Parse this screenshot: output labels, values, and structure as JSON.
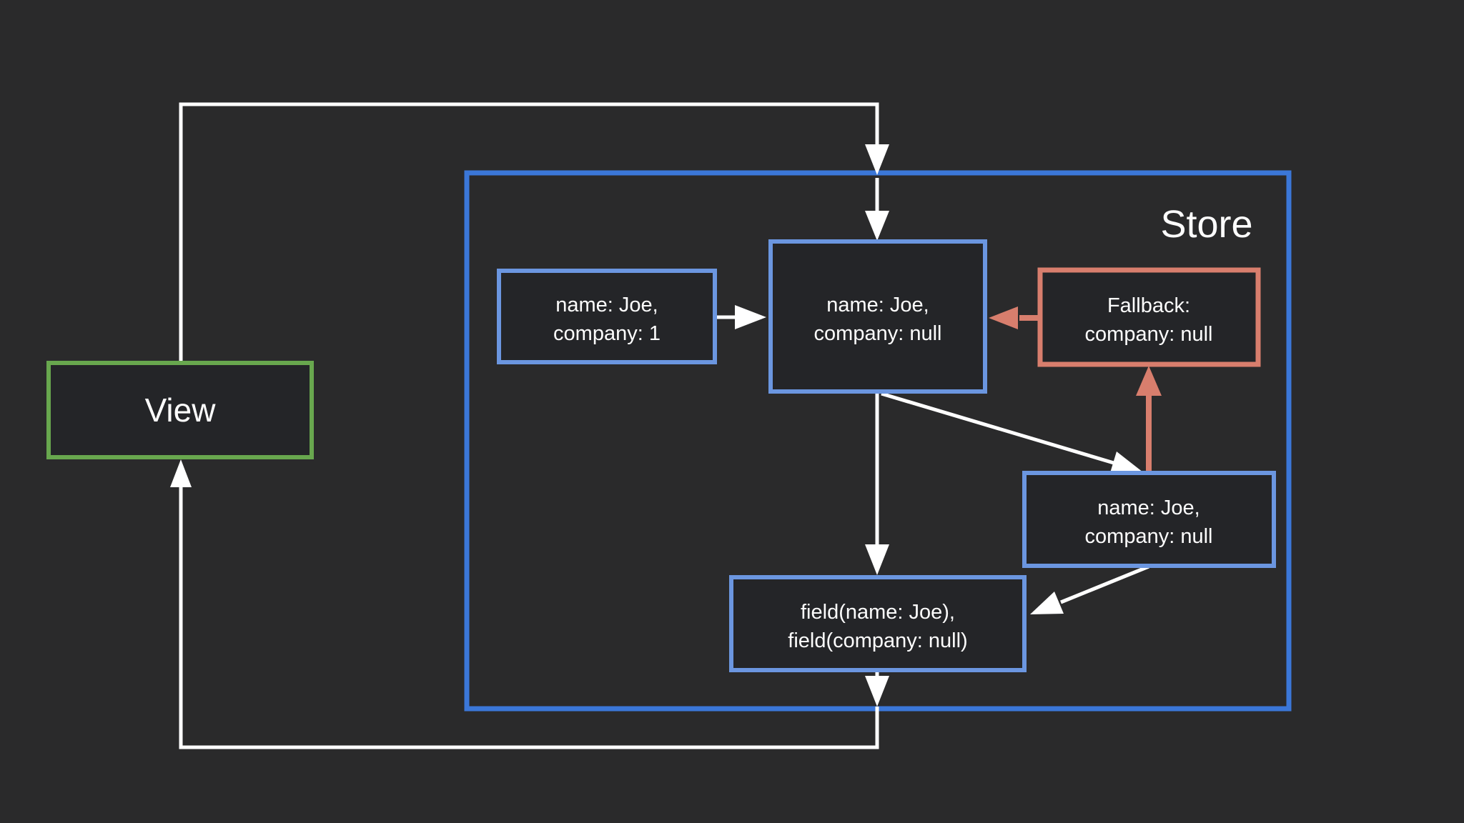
{
  "colors": {
    "bg": "#2a2a2b",
    "box_fill": "#242528",
    "blue_store": "#3b77d8",
    "blue_box": "#6b96e0",
    "green": "#68a74e",
    "salmon": "#d87e6d",
    "line": "#ffffff",
    "text": "#fdfdfd"
  },
  "view": {
    "label": "View"
  },
  "store": {
    "label": "Store"
  },
  "nodes": {
    "input": {
      "line1": "name: Joe,",
      "line2": "company: 1"
    },
    "merged": {
      "line1": "name: Joe,",
      "line2": "company: null"
    },
    "fallback": {
      "line1": "Fallback:",
      "line2": "company: null"
    },
    "resolved": {
      "line1": "name: Joe,",
      "line2": "company: null"
    },
    "fields": {
      "line1": "field(name: Joe),",
      "line2": "field(company: null)"
    }
  }
}
